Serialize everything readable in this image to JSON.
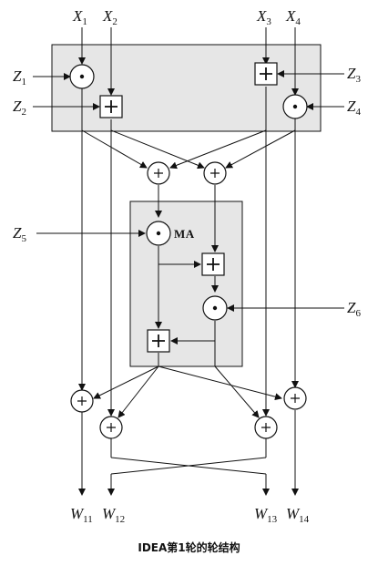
{
  "inputs": [
    {
      "letter": "X",
      "sub": "1"
    },
    {
      "letter": "X",
      "sub": "2"
    },
    {
      "letter": "X",
      "sub": "3"
    },
    {
      "letter": "X",
      "sub": "4"
    }
  ],
  "keys": [
    {
      "letter": "Z",
      "sub": "1"
    },
    {
      "letter": "Z",
      "sub": "2"
    },
    {
      "letter": "Z",
      "sub": "3"
    },
    {
      "letter": "Z",
      "sub": "4"
    },
    {
      "letter": "Z",
      "sub": "5"
    },
    {
      "letter": "Z",
      "sub": "6"
    }
  ],
  "outputs": [
    {
      "letter": "W",
      "sub": "11"
    },
    {
      "letter": "W",
      "sub": "12"
    },
    {
      "letter": "W",
      "sub": "13"
    },
    {
      "letter": "W",
      "sub": "14"
    }
  ],
  "ma_label": "MA",
  "caption": "IDEA第1轮的轮结构",
  "colors": {
    "box_fill": "#e6e6e6",
    "stroke": "#111111"
  }
}
